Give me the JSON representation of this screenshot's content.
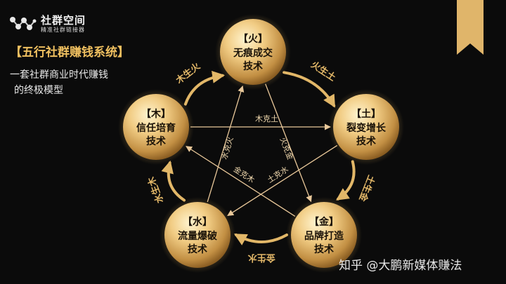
{
  "logo": {
    "title": "社群空间",
    "subtitle": "精准社群链接器"
  },
  "heading": "【五行社群赚钱系统】",
  "subtitle_lines": [
    "一套社群商业时代赚钱",
    "的终极模型"
  ],
  "nodes": [
    {
      "id": "fire",
      "tag": "【火】",
      "line1": "无痕成交",
      "line2": "技术"
    },
    {
      "id": "earth",
      "tag": "【土】",
      "line1": "裂变增长",
      "line2": "技术"
    },
    {
      "id": "metal",
      "tag": "【金】",
      "line1": "品牌打造",
      "line2": "技术"
    },
    {
      "id": "water",
      "tag": "【水】",
      "line1": "流量爆破",
      "line2": "技术"
    },
    {
      "id": "wood",
      "tag": "【木】",
      "line1": "信任培育",
      "line2": "技术"
    }
  ],
  "generating": [
    {
      "from": "wood",
      "to": "fire",
      "label": "木生火"
    },
    {
      "from": "fire",
      "to": "earth",
      "label": "火生土"
    },
    {
      "from": "earth",
      "to": "metal",
      "label": "土生金"
    },
    {
      "from": "metal",
      "to": "water",
      "label": "金生水"
    },
    {
      "from": "water",
      "to": "wood",
      "label": "水生木"
    }
  ],
  "controlling": [
    {
      "from": "wood",
      "to": "earth",
      "label": "木克土"
    },
    {
      "from": "fire",
      "to": "metal",
      "label": "火克金"
    },
    {
      "from": "earth",
      "to": "water",
      "label": "土克水"
    },
    {
      "from": "metal",
      "to": "wood",
      "label": "金克木"
    },
    {
      "from": "water",
      "to": "fire",
      "label": "水克火"
    }
  ],
  "watermark": "知乎 @大鹏新媒体赚法",
  "colors": {
    "gold": "#e2b768",
    "gold_light": "#ffe9b3",
    "gold_dark": "#b27d33",
    "background": "#0b0b0b"
  }
}
